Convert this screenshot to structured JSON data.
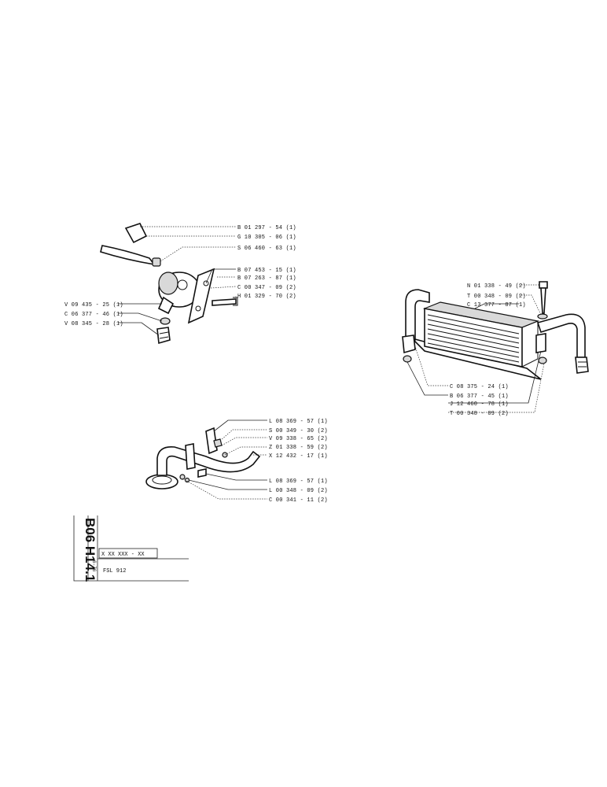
{
  "fuel_pump_labels": [
    "B 01 297 - 54 (1)",
    "G 10 305 - 06 (1)",
    "S 06 460 - 63 (1)",
    "B 07 453 - 15 (1)",
    "B 07 263 - 87 (1)",
    "C 00 347 - 09 (2)",
    "H 01 329 - 70 (2)",
    "V 09 435 - 25 (1)",
    "C 06 377 - 46 (1)",
    "V 08 345 - 28 (1)"
  ],
  "strainer_labels": [
    "L 08 369 - 57 (1)",
    "S 00 349 - 30 (2)",
    "V 09 338 - 65 (2)",
    "Z 01 338 - 59 (2)",
    "X 12 432 - 17 (1)",
    "L 08 369 - 57 (1)",
    "L 00 348 - 09 (2)",
    "C 00 341 - 11 (2)"
  ],
  "cooler_labels": [
    "N 01 338 - 49 (2)",
    "T 00 348 - 09 (2)",
    "C 13 377 - 87 (1)",
    "C 08 375 - 24 (1)",
    "B 06 377 - 45 (1)",
    "J 12 460 - 78 (1)",
    "T 00 348 - 09 (2)"
  ],
  "title_block": {
    "section_code": "B06 H14.1",
    "date": "6-76",
    "part_number": "X XX  XXX - XX",
    "model": "FSL 912"
  }
}
